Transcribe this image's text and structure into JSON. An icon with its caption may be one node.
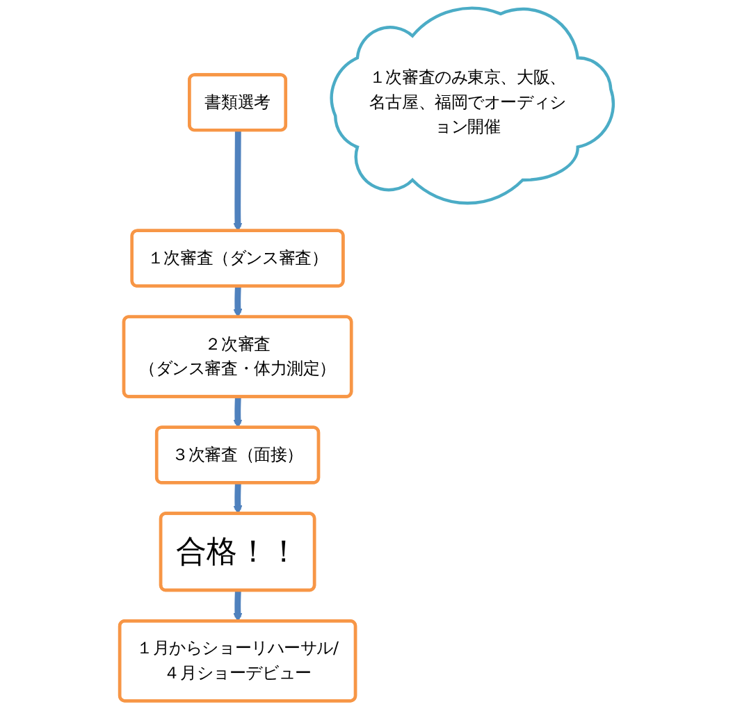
{
  "diagram": {
    "nodes": [
      {
        "text": [
          "書類選考"
        ]
      },
      {
        "text": [
          "１次審査（ダンス審査）"
        ]
      },
      {
        "text": [
          "２次審査",
          "（ダンス審査・体力測定）"
        ]
      },
      {
        "text": [
          "３次審査（面接）"
        ]
      },
      {
        "text": [
          "合格！！"
        ]
      },
      {
        "text": [
          "１月からショーリハーサル/４月ショーデビュー"
        ]
      },
      {
        "text": [
          "１次審査のみ東京、大阪、名古屋、福岡でオーディション開催"
        ]
      }
    ],
    "edges": [
      {
        "from": 0,
        "to": 1,
        "arrow": "to"
      },
      {
        "from": 1,
        "to": 2,
        "arrow": "to"
      },
      {
        "from": 2,
        "to": 3,
        "arrow": "to"
      },
      {
        "from": 3,
        "to": 4,
        "arrow": "to"
      },
      {
        "from": 4,
        "to": 5,
        "arrow": "to"
      }
    ]
  }
}
